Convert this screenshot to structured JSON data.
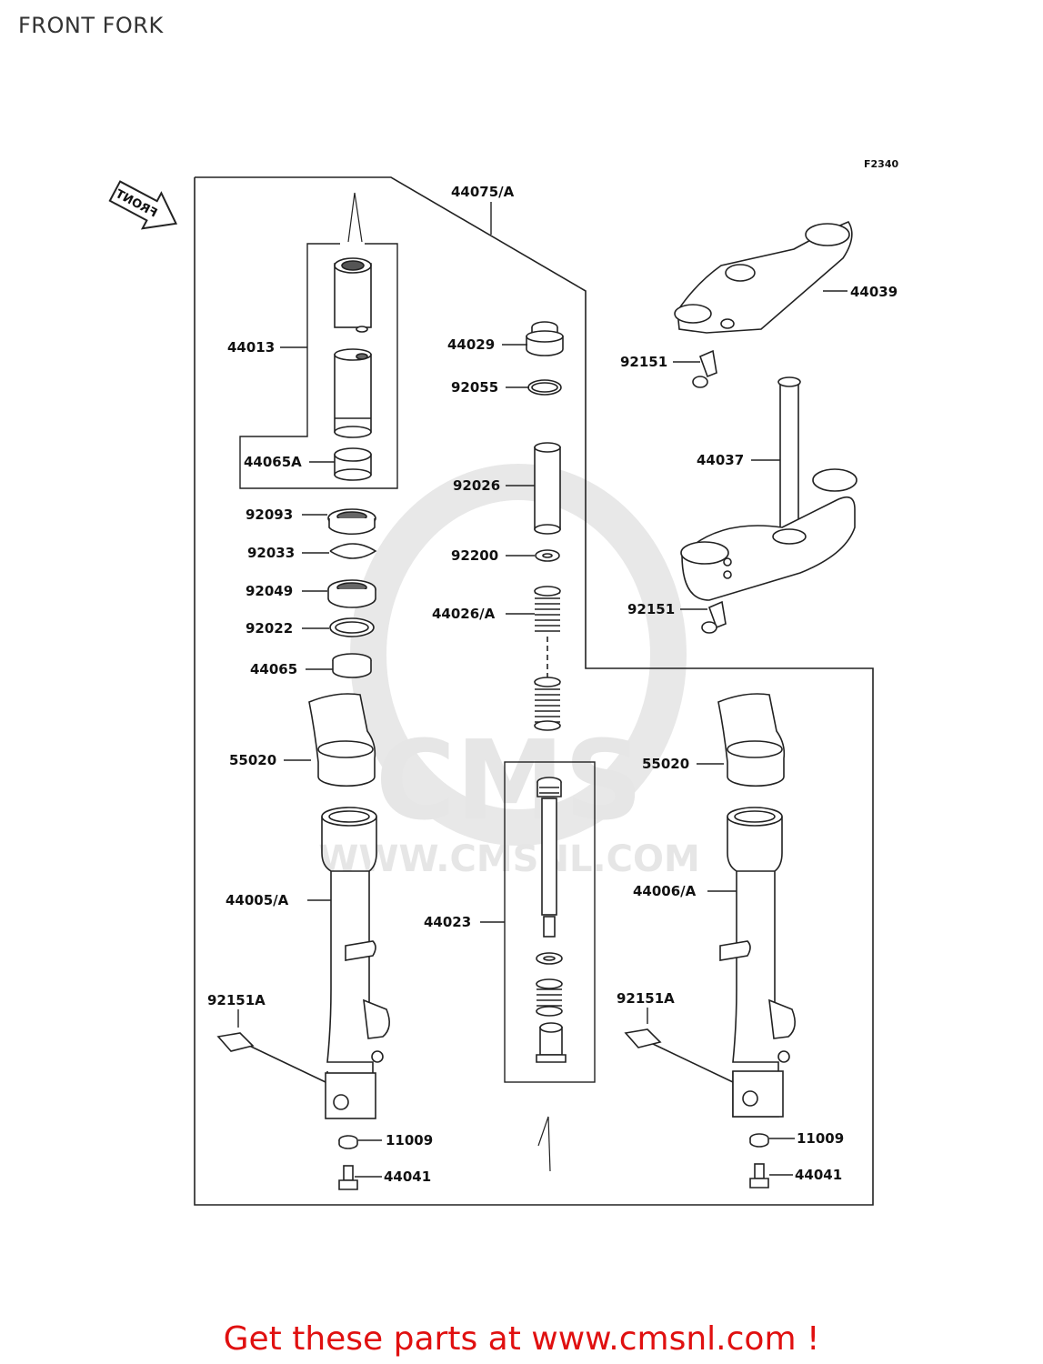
{
  "title": "FRONT FORK",
  "figure_code": "F2340",
  "front_arrow_label": "FRONT",
  "watermark": {
    "logo": "CMS",
    "url": "WWW.CMSNL.COM"
  },
  "footer": "Get these parts at www.cmsnl.com !",
  "parts": {
    "p44075": "44075/A",
    "p44039": "44039",
    "p44013": "44013",
    "p44065A": "44065A",
    "p44029": "44029",
    "p92055": "92055",
    "p92151_top": "92151",
    "p44037": "44037",
    "p92026": "92026",
    "p92093": "92093",
    "p92033": "92033",
    "p92200": "92200",
    "p92049": "92049",
    "p92151_mid": "92151",
    "p44026": "44026/A",
    "p92022": "92022",
    "p44065": "44065",
    "p55020_l": "55020",
    "p55020_r": "55020",
    "p44005": "44005/A",
    "p44006": "44006/A",
    "p44023": "44023",
    "p92151A_l": "92151A",
    "p92151A_r": "92151A",
    "p11009_l": "11009",
    "p11009_r": "11009",
    "p44041_l": "44041",
    "p44041_r": "44041"
  },
  "colors": {
    "line": "#222222",
    "footer": "#e01010",
    "watermark": "#e6e6e6"
  }
}
